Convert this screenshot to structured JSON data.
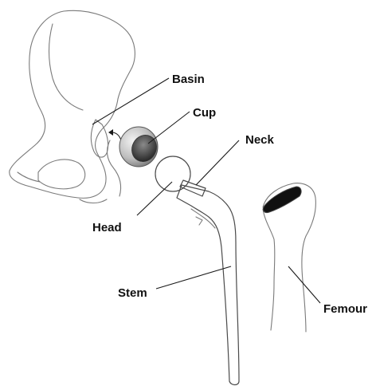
{
  "labels": {
    "basin": "Basin",
    "cup": "Cup",
    "neck": "Neck",
    "head": "Head",
    "stem": "Stem",
    "femour": "Femour"
  }
}
